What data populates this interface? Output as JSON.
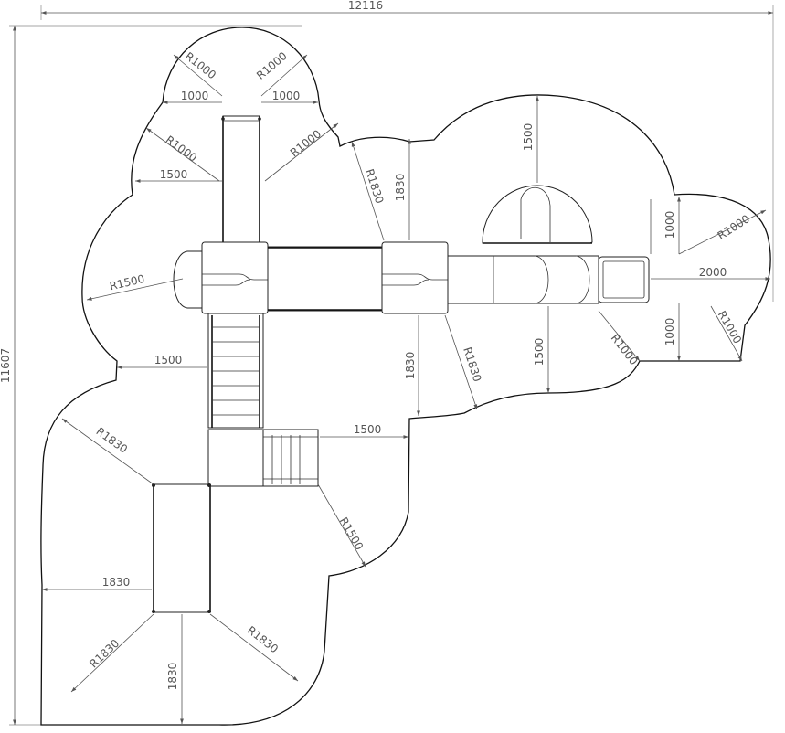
{
  "overall": {
    "width": "12116",
    "height": "11607"
  },
  "top_tower_dims": {
    "left_radius": "R1000",
    "right_radius": "R1000",
    "left_offset": "1000",
    "right_offset": "1000"
  },
  "upper_left_dims": {
    "radius": "R1000",
    "offset": "1500",
    "right_radius": "R1000"
  },
  "left_dims": {
    "radius": "R1500",
    "offset": "1500"
  },
  "bridge_dims": {
    "radius_top": "R1830",
    "offset_top": "1830",
    "offset_bottom": "1830",
    "radius_bottom": "R1830"
  },
  "slide_dims": {
    "top_offset": "1500",
    "right_offset_a": "1000",
    "right_radius_a": "R1000",
    "exit_offset": "2000",
    "right_offset_b": "1000",
    "right_radius_b": "R1000",
    "bottom_radius": "R1000",
    "bottom_offset": "1500"
  },
  "mid_dims": {
    "offset": "1500",
    "radius": "R1500"
  },
  "lower_dims": {
    "radius_upper": "R1830",
    "offset_left": "1830",
    "radius_left": "R1830",
    "offset_bottom": "1830",
    "radius_right": "R1830"
  }
}
